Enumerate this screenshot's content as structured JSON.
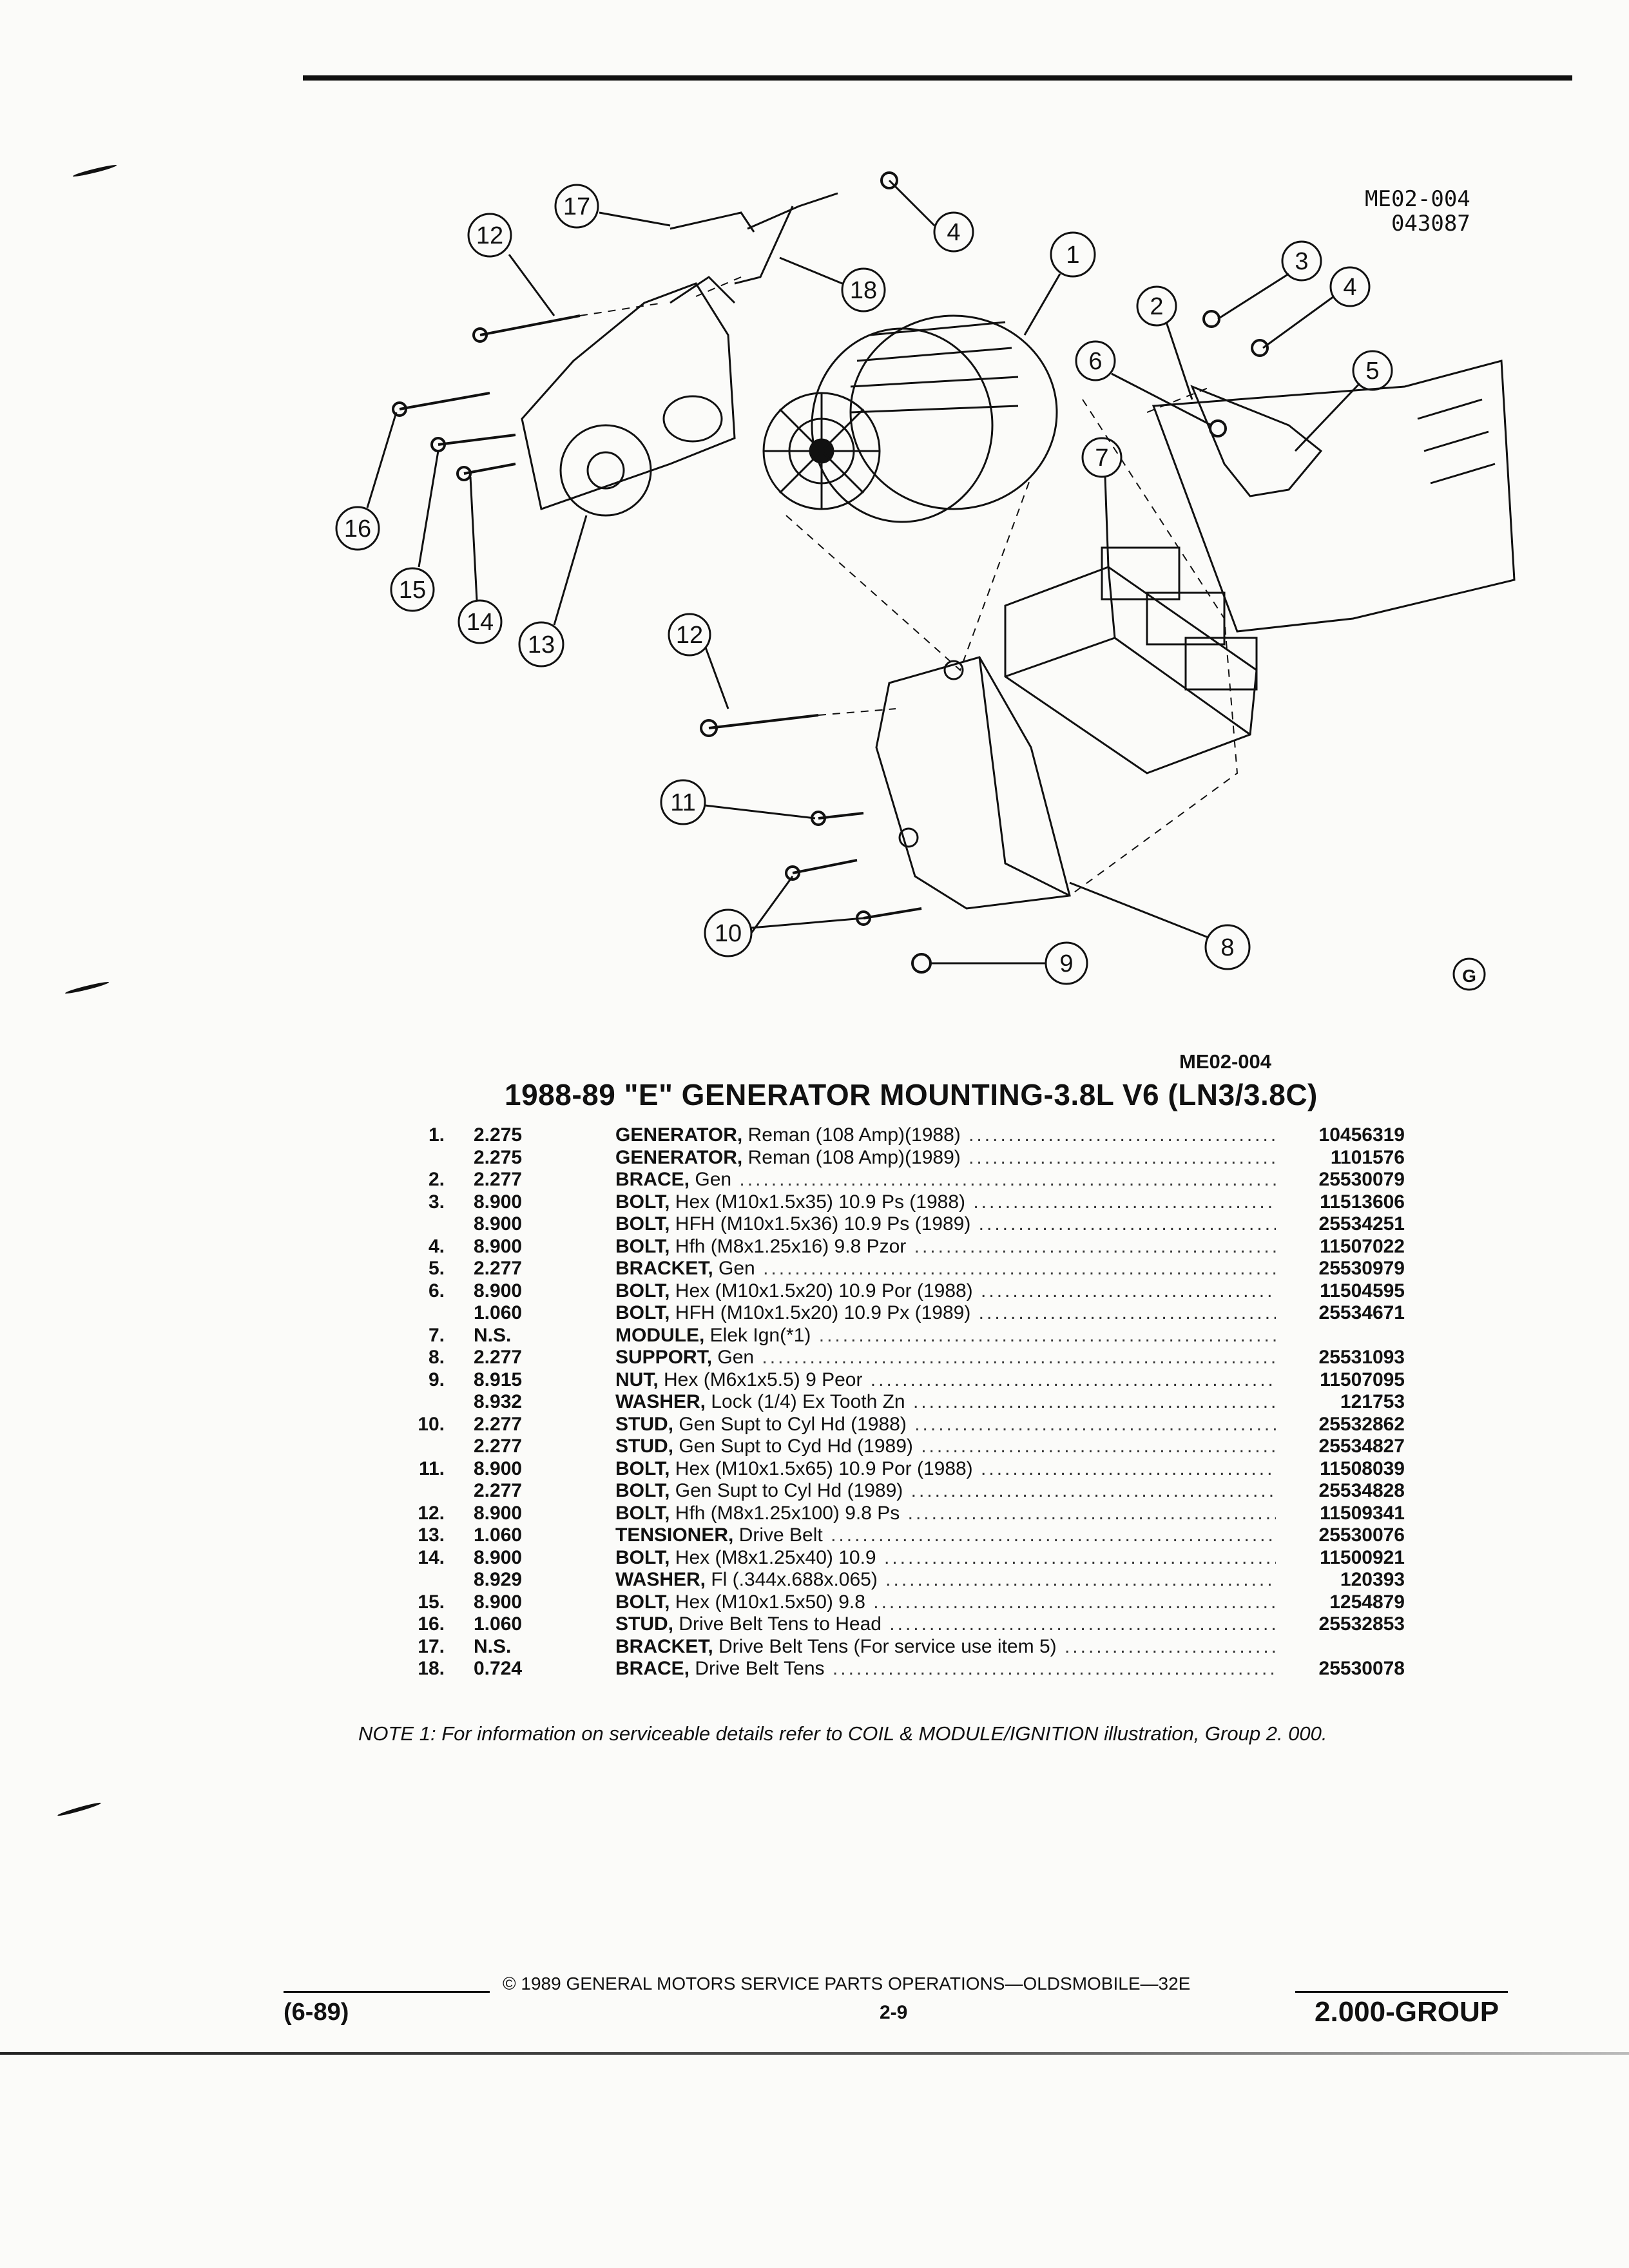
{
  "drawing": {
    "id": "ME02-004",
    "date_code": "043087",
    "callouts": [
      "1",
      "2",
      "3",
      "4",
      "5",
      "6",
      "7",
      "8",
      "9",
      "10",
      "11",
      "12",
      "13",
      "14",
      "15",
      "16",
      "17",
      "18"
    ],
    "logo_glyph": "G"
  },
  "caption_id": "ME02-004",
  "title": "1988-89 \"E\" GENERATOR MOUNTING-3.8L V6 (LN3/3.8C)",
  "parts": [
    {
      "num": "1.",
      "grp": "2.275",
      "name": "GENERATOR,",
      "spec": "Reman (108 Amp)(1988)",
      "pn": "10456319"
    },
    {
      "num": "",
      "grp": "2.275",
      "name": "GENERATOR,",
      "spec": "Reman (108 Amp)(1989)",
      "pn": "1101576"
    },
    {
      "num": "2.",
      "grp": "2.277",
      "name": "BRACE,",
      "spec": "Gen",
      "pn": "25530079"
    },
    {
      "num": "3.",
      "grp": "8.900",
      "name": "BOLT,",
      "spec": "Hex (M10x1.5x35) 10.9 Ps (1988)",
      "pn": "11513606"
    },
    {
      "num": "",
      "grp": "8.900",
      "name": "BOLT,",
      "spec": "HFH (M10x1.5x36) 10.9 Ps (1989)",
      "pn": "25534251"
    },
    {
      "num": "4.",
      "grp": "8.900",
      "name": "BOLT,",
      "spec": "Hfh (M8x1.25x16) 9.8 Pzor",
      "pn": "11507022"
    },
    {
      "num": "5.",
      "grp": "2.277",
      "name": "BRACKET,",
      "spec": "Gen",
      "pn": "25530979"
    },
    {
      "num": "6.",
      "grp": "8.900",
      "name": "BOLT,",
      "spec": "Hex (M10x1.5x20) 10.9 Por (1988)",
      "pn": "11504595"
    },
    {
      "num": "",
      "grp": "1.060",
      "name": "BOLT,",
      "spec": "HFH (M10x1.5x20) 10.9 Px (1989)",
      "pn": "25534671"
    },
    {
      "num": "7.",
      "grp": "N.S.",
      "name": "MODULE,",
      "spec": "Elek Ign(*1)",
      "pn": ""
    },
    {
      "num": "8.",
      "grp": "2.277",
      "name": "SUPPORT,",
      "spec": "Gen",
      "pn": "25531093"
    },
    {
      "num": "9.",
      "grp": "8.915",
      "name": "NUT,",
      "spec": "Hex (M6x1x5.5) 9 Peor",
      "pn": "11507095"
    },
    {
      "num": "",
      "grp": "8.932",
      "name": "WASHER,",
      "spec": "Lock (1/4) Ex Tooth Zn",
      "pn": "121753"
    },
    {
      "num": "10.",
      "grp": "2.277",
      "name": "STUD,",
      "spec": "Gen Supt to Cyl Hd (1988)",
      "pn": "25532862"
    },
    {
      "num": "",
      "grp": "2.277",
      "name": "STUD,",
      "spec": "Gen Supt to Cyd Hd (1989)",
      "pn": "25534827"
    },
    {
      "num": "11.",
      "grp": "8.900",
      "name": "BOLT,",
      "spec": "Hex (M10x1.5x65) 10.9 Por (1988)",
      "pn": "11508039"
    },
    {
      "num": "",
      "grp": "2.277",
      "name": "BOLT,",
      "spec": "Gen Supt to Cyl Hd (1989)",
      "pn": "25534828"
    },
    {
      "num": "12.",
      "grp": "8.900",
      "name": "BOLT,",
      "spec": "Hfh (M8x1.25x100) 9.8 Ps",
      "pn": "11509341"
    },
    {
      "num": "13.",
      "grp": "1.060",
      "name": "TENSIONER,",
      "spec": "Drive Belt",
      "pn": "25530076"
    },
    {
      "num": "14.",
      "grp": "8.900",
      "name": "BOLT,",
      "spec": "Hex (M8x1.25x40) 10.9",
      "pn": "11500921"
    },
    {
      "num": "",
      "grp": "8.929",
      "name": "WASHER,",
      "spec": "Fl (.344x.688x.065)",
      "pn": "120393"
    },
    {
      "num": "15.",
      "grp": "8.900",
      "name": "BOLT,",
      "spec": "Hex (M10x1.5x50) 9.8",
      "pn": "1254879"
    },
    {
      "num": "16.",
      "grp": "1.060",
      "name": "STUD,",
      "spec": "Drive Belt Tens to Head",
      "pn": "25532853"
    },
    {
      "num": "17.",
      "grp": "N.S.",
      "name": "BRACKET,",
      "spec": "Drive Belt Tens (For service use item 5)",
      "pn": ""
    },
    {
      "num": "18.",
      "grp": "0.724",
      "name": "BRACE,",
      "spec": "Drive Belt Tens",
      "pn": "25530078"
    }
  ],
  "note": "NOTE 1: For information on serviceable details refer to COIL & MODULE/IGNITION illustration, Group 2. 000.",
  "footer": {
    "copyright": "© 1989 GENERAL MOTORS SERVICE PARTS OPERATIONS—OLDSMOBILE—32E",
    "revision": "(6-89)",
    "page": "2-9",
    "group": "2.000-GROUP"
  }
}
